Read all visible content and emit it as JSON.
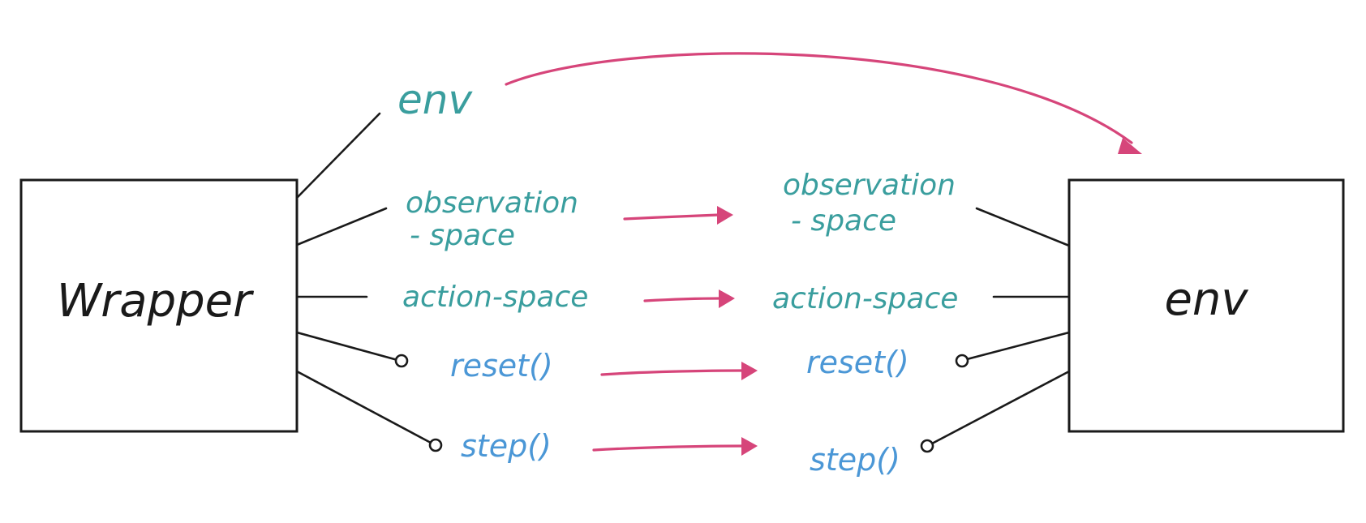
{
  "wrapper": {
    "label": "Wrapper"
  },
  "env_box": {
    "label": "env"
  },
  "env_attr": {
    "label": "env"
  },
  "left_attrs": {
    "observation_line1": "observation",
    "observation_line2": "- space",
    "action_space": "action-space",
    "reset": "reset()",
    "step": "step()"
  },
  "right_attrs": {
    "observation_line1": "observation",
    "observation_line2": "- space",
    "action_space": "action-space",
    "reset": "reset()",
    "step": "step()"
  },
  "colors": {
    "attribute": "#3a9e9e",
    "method": "#4b97d6",
    "arrow": "#d6457a",
    "ink": "#1a1a1a"
  }
}
